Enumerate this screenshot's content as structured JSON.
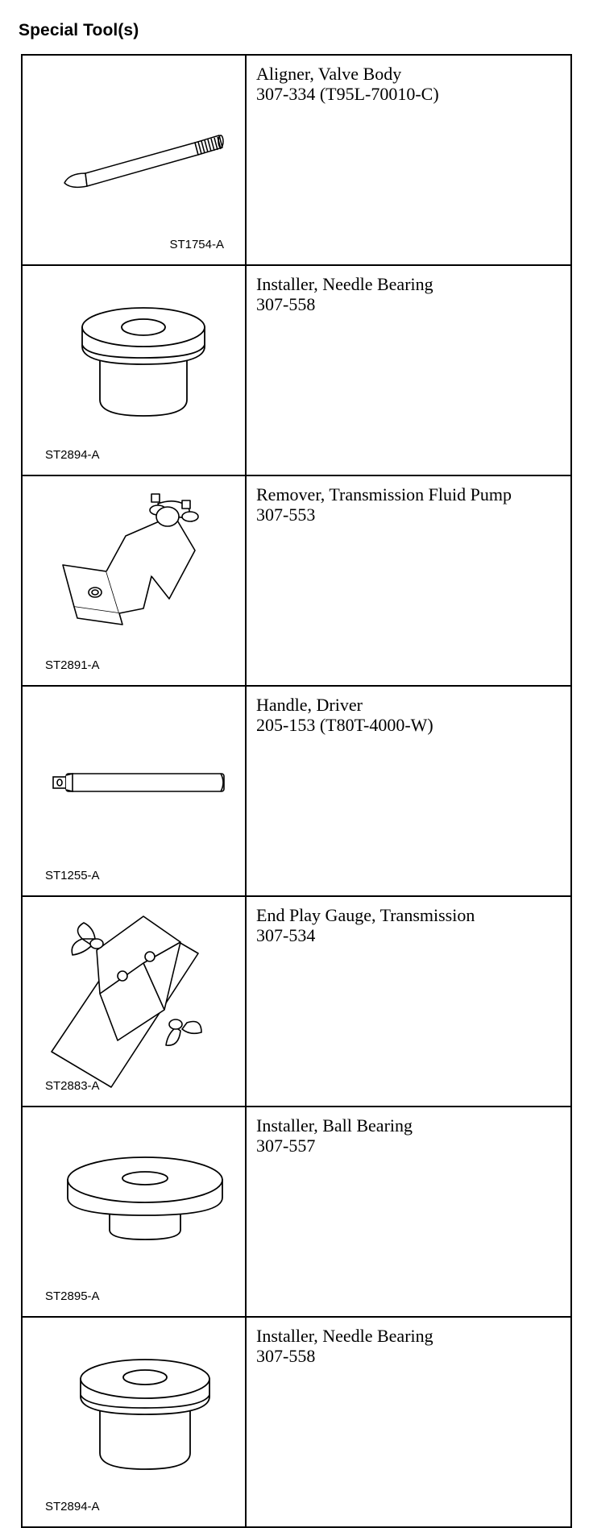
{
  "heading": "Special Tool(s)",
  "tools": [
    {
      "art_code": "ST1754-A",
      "name": "Aligner, Valve Body",
      "part_number": "307-334 (T95L-70010-C)",
      "icon": "valve-body-aligner-icon"
    },
    {
      "art_code": "ST2894-A",
      "name": "Installer, Needle Bearing",
      "part_number": "307-558",
      "icon": "needle-bearing-installer-icon"
    },
    {
      "art_code": "ST2891-A",
      "name": "Remover, Transmission Fluid Pump",
      "part_number": "307-553",
      "icon": "fluid-pump-remover-icon"
    },
    {
      "art_code": "ST1255-A",
      "name": "Handle, Driver",
      "part_number": "205-153 (T80T-4000-W)",
      "icon": "driver-handle-icon"
    },
    {
      "art_code": "ST2883-A",
      "name": "End Play Gauge, Transmission",
      "part_number": "307-534",
      "icon": "end-play-gauge-icon"
    },
    {
      "art_code": "ST2895-A",
      "name": "Installer, Ball Bearing",
      "part_number": "307-557",
      "icon": "ball-bearing-installer-icon"
    },
    {
      "art_code": "ST2894-A",
      "name": "Installer, Needle Bearing",
      "part_number": "307-558",
      "icon": "needle-bearing-installer-icon"
    }
  ]
}
